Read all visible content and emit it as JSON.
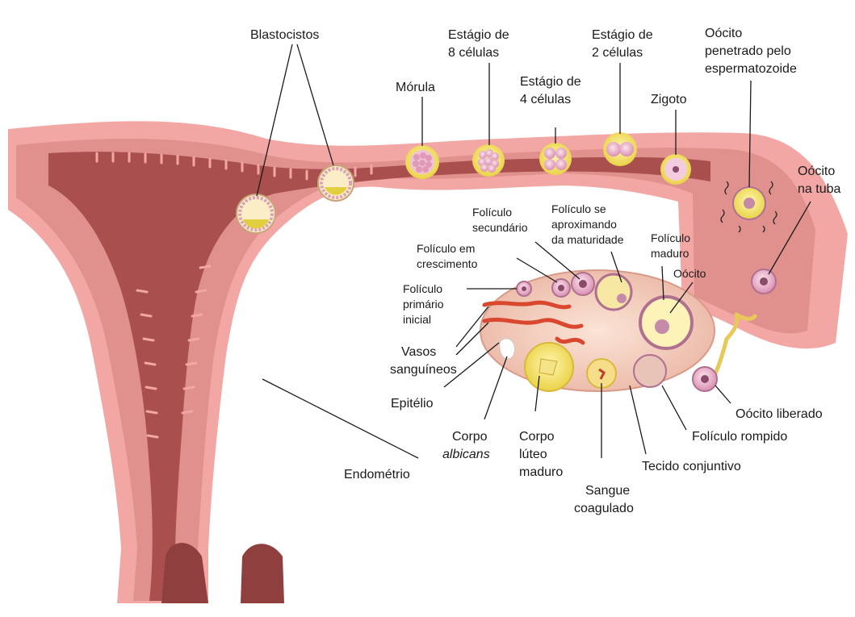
{
  "labels": {
    "blastocistos": "Blastocistos",
    "estagio8_l1": "Estágio de",
    "estagio8_l2": "8 células",
    "estagio2_l1": "Estágio de",
    "estagio2_l2": "2 células",
    "oocito_pen_l1": "Oócito",
    "oocito_pen_l2": "penetrado pelo",
    "oocito_pen_l3": "espermatozoide",
    "morula": "Mórula",
    "estagio4_l1": "Estágio de",
    "estagio4_l2": "4 células",
    "zigoto": "Zigoto",
    "oocito_tuba_l1": "Oócito",
    "oocito_tuba_l2": "na tuba",
    "foliculo_sec_l1": "Folículo",
    "foliculo_sec_l2": "secundário",
    "foliculo_mat_l1": "Folículo se",
    "foliculo_mat_l2": "aproximando",
    "foliculo_mat_l3": "da maturidade",
    "foliculo_maduro_l1": "Folículo",
    "foliculo_maduro_l2": "maduro",
    "oocito": "Oócito",
    "foliculo_cresc_l1": "Folículo em",
    "foliculo_cresc_l2": "crescimento",
    "foliculo_prim_l1": "Folículo",
    "foliculo_prim_l2": "primário",
    "foliculo_prim_l3": "inicial",
    "vasos_l1": "Vasos",
    "vasos_l2": "sanguíneos",
    "epitelio": "Epitélio",
    "corpo_alb_l1": "Corpo",
    "corpo_alb_l2": "albicans",
    "corpo_luteo_l1": "Corpo",
    "corpo_luteo_l2": "lúteo",
    "corpo_luteo_l3": "maduro",
    "oocito_liberado": "Oócito liberado",
    "foliculo_rompido": "Folículo rompido",
    "tecido_conjuntivo": "Tecido conjuntivo",
    "sangue_l1": "Sangue",
    "sangue_l2": "coagulado",
    "endometrio": "Endométrio"
  },
  "colors": {
    "uterus_outer": "#f2a7a4",
    "uterus_mid": "#d98a86",
    "uterus_cavity": "#a9504e",
    "ovary": "#f3c7b6",
    "cell_yellow": "#f2e36a",
    "cell_pink": "#e9b3c8",
    "blood_vessel": "#d9472f"
  }
}
